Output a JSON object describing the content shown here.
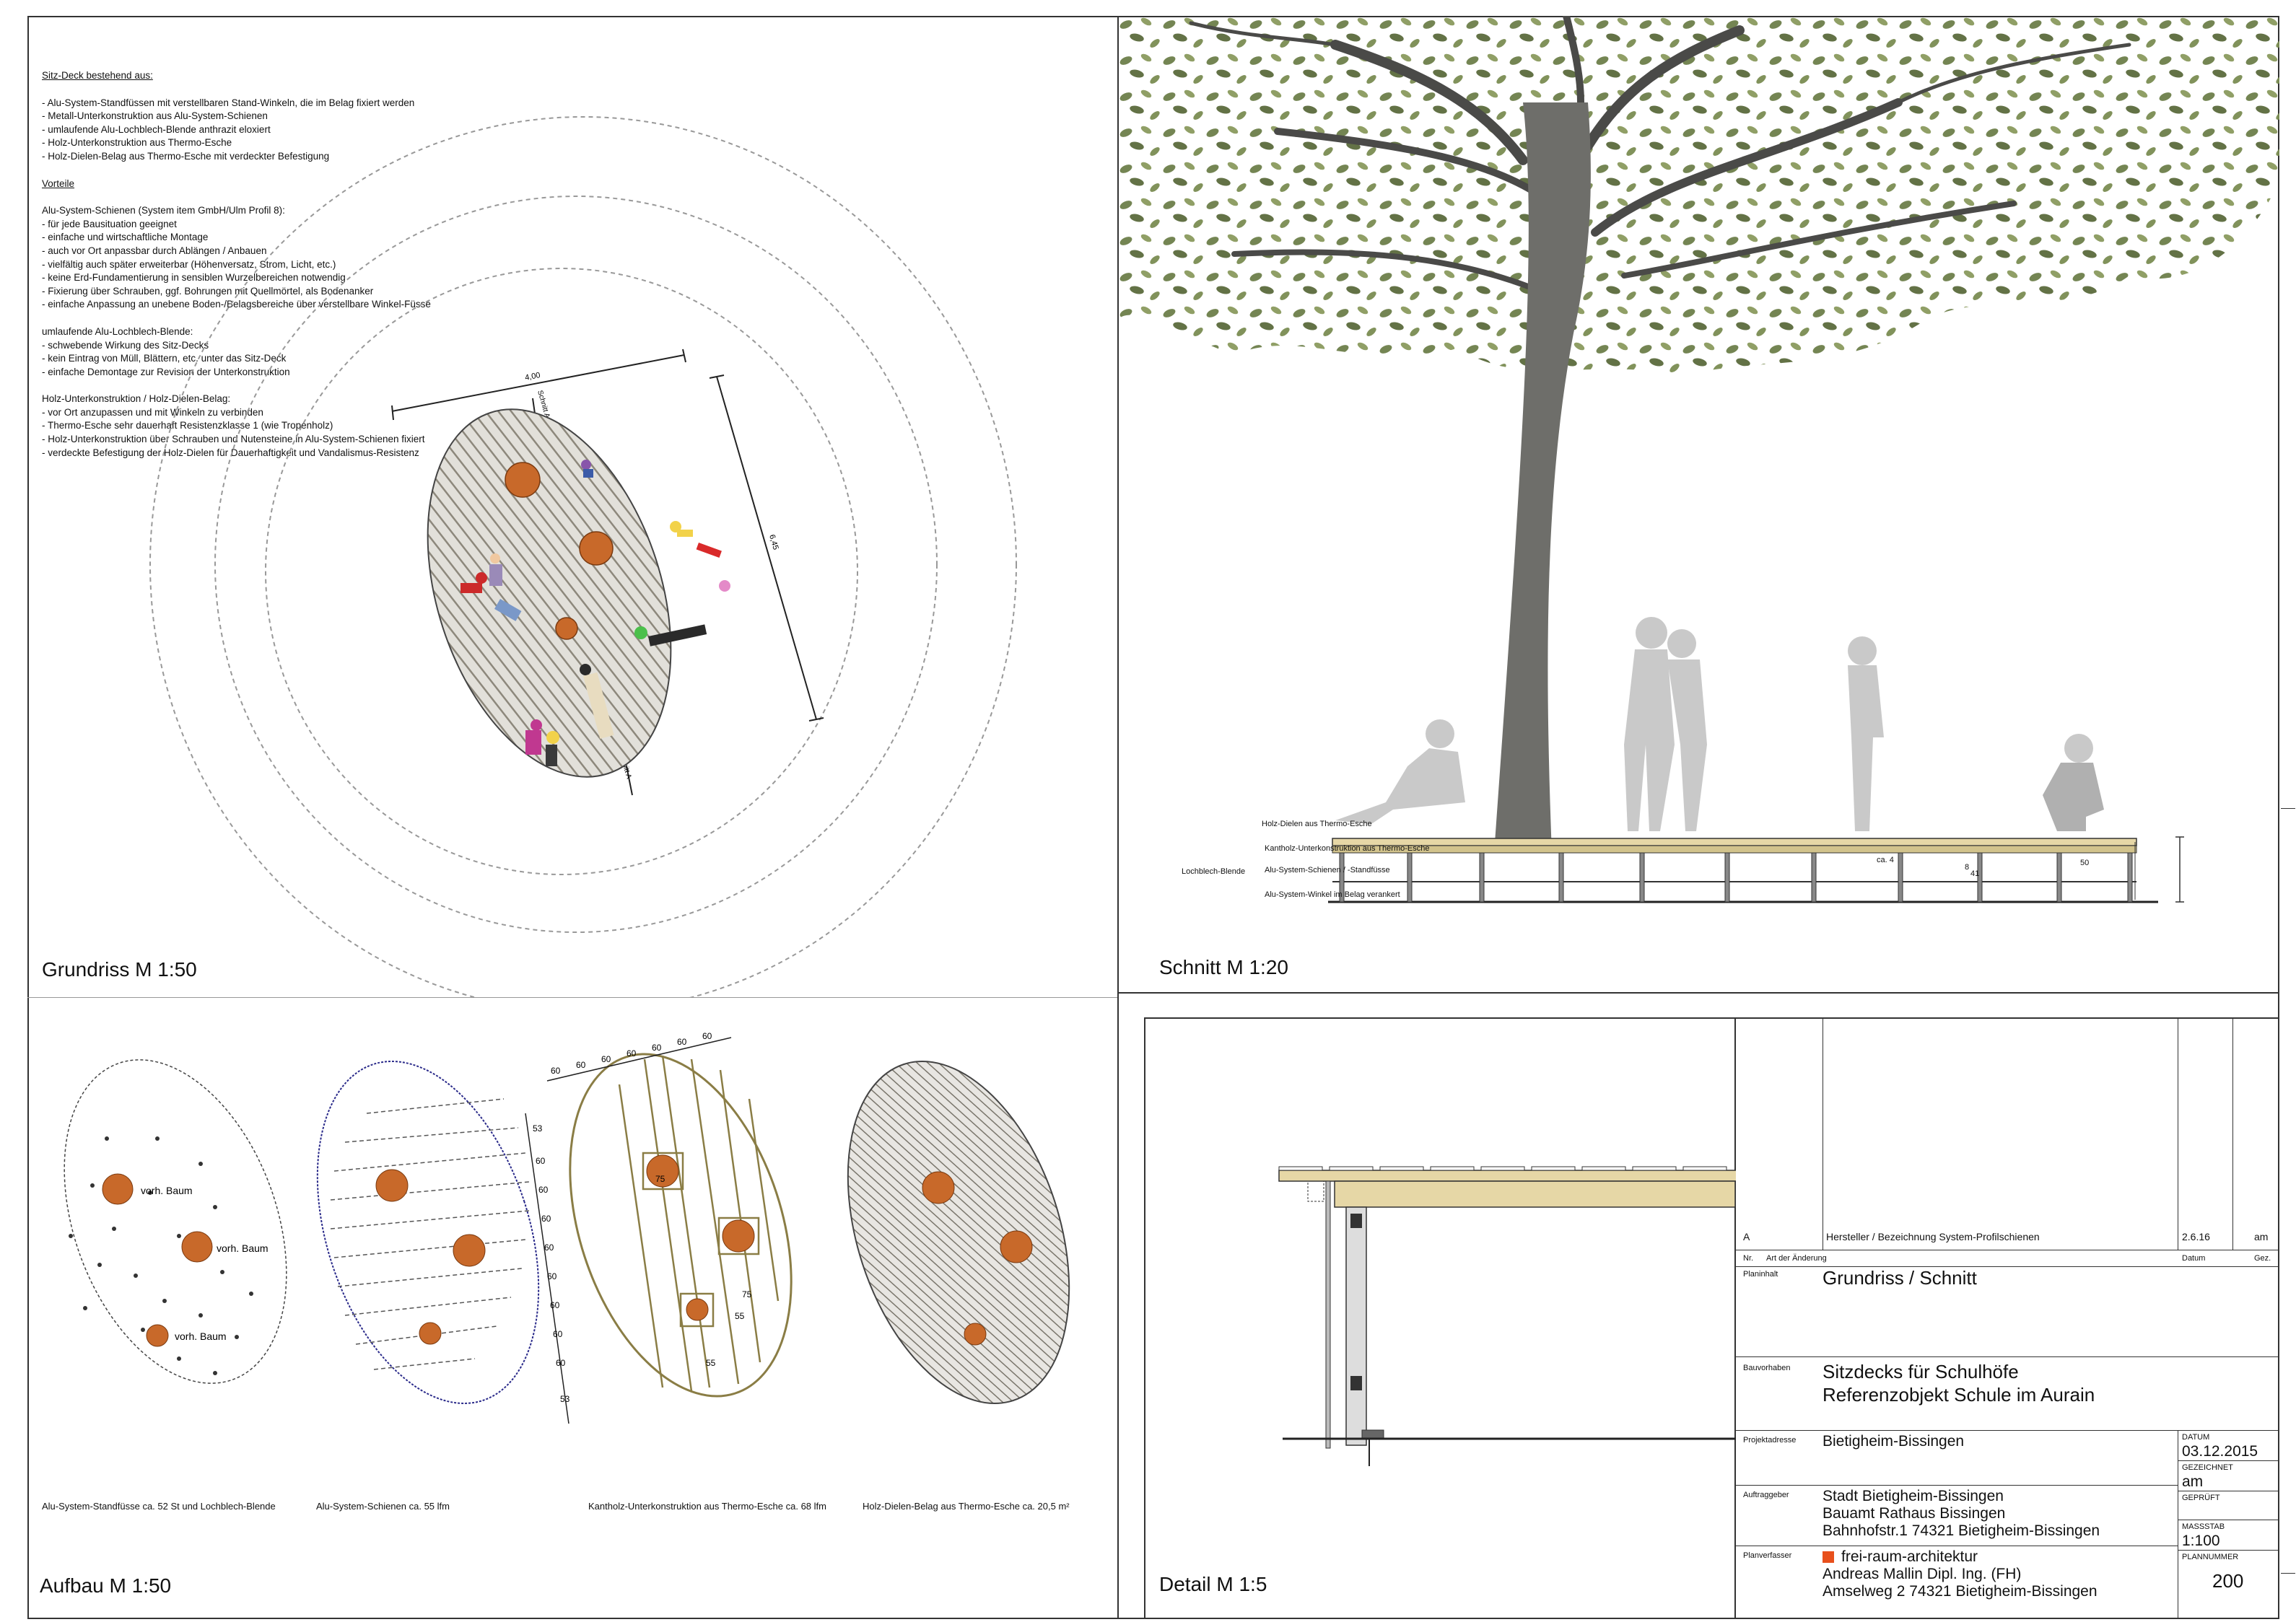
{
  "notes": {
    "deck_heading": "Sitz-Deck bestehend aus:",
    "deck_items": [
      "- Alu-System-Standfüssen mit verstellbaren Stand-Winkeln, die im Belag fixiert werden",
      "- Metall-Unterkonstruktion aus Alu-System-Schienen",
      "- umlaufende Alu-Lochblech-Blende anthrazit eloxiert",
      "- Holz-Unterkonstruktion aus Thermo-Esche",
      "- Holz-Dielen-Belag aus Thermo-Esche mit verdeckter Befestigung"
    ],
    "vorteile_heading": "Vorteile",
    "rail_heading": "Alu-System-Schienen (System item GmbH/Ulm Profil 8):",
    "rail_items": [
      "- für jede Bausituation geeignet",
      "- einfache und wirtschaftliche Montage",
      "- auch vor Ort anpassbar durch Ablängen / Anbauen",
      "- vielfältig auch später erweiterbar (Höhenversatz, Strom, Licht, etc.)",
      "- keine Erd-Fundamentierung in sensiblen Wurzelbereichen notwendig",
      "- Fixierung über Schrauben, ggf. Bohrungen mit Quellmörtel, als Bodenanker",
      "- einfache Anpassung an unebene Boden-/Belagsbereiche über verstellbare Winkel-Füsse"
    ],
    "blende_heading": "umlaufende Alu-Lochblech-Blende:",
    "blende_items": [
      "- schwebende Wirkung des Sitz-Decks",
      "- kein Eintrag von Müll, Blättern, etc. unter das Sitz-Deck",
      "- einfache Demontage zur Revision der Unterkonstruktion"
    ],
    "holz_heading": "Holz-Unterkonstruktion / Holz-Dielen-Belag:",
    "holz_items": [
      "- vor Ort anzupassen und mit Winkeln zu verbinden",
      "- Thermo-Esche sehr dauerhaft Resistenzklasse 1 (wie Tropenholz)",
      "- Holz-Unterkonstruktion über Schrauben und Nutensteine in Alu-System-Schienen fixiert",
      "- verdeckte Befestigung der Holz-Dielen für Dauerhaftigkeit und Vandalismus-Resistenz"
    ]
  },
  "plan": {
    "dim_width": "4,00",
    "dim_length": "6,45",
    "section_a": "Schnitt A",
    "section_a2": "Schnitt A",
    "title": "Grundriss    M 1:50"
  },
  "section": {
    "title": "Schnitt  M 1:20",
    "labels": {
      "dielen": "Holz-Dielen aus Thermo-Esche",
      "kantholz": "Kantholz-Unterkonstruktion aus Thermo-Esche",
      "schienen": "Alu-System-Schienen / -Standfüsse",
      "winkel": "Alu-System-Winkel im Belag verankert",
      "lochblech": "Lochblech-Blende",
      "ca4": "ca. 4",
      "d41": "41",
      "d8": "8",
      "d50": "50"
    }
  },
  "aufbau": {
    "title": "Aufbau  M 1:50",
    "captions": [
      "Alu-System-Standfüsse ca. 52 St und Lochblech-Blende",
      "Alu-System-Schienen ca. 55 lfm",
      "Kantholz-Unterkonstruktion aus Thermo-Esche ca. 68 lfm",
      "Holz-Dielen-Belag aus Thermo-Esche ca. 20,5 m²"
    ],
    "tree_label": "vorh. Baum",
    "dims_top": [
      "60",
      "60",
      "60",
      "60",
      "60",
      "60",
      "60"
    ],
    "dims_side": [
      "53",
      "60",
      "60",
      "60",
      "60",
      "60",
      "60",
      "60",
      "60",
      "53"
    ],
    "dims_inner": [
      "75",
      "75",
      "55",
      "55"
    ]
  },
  "detail": {
    "title": "Detail    M 1:5"
  },
  "titleblock": {
    "rev_letter": "A",
    "rev_desc": "Hersteller / Bezeichnung System-Profilschienen",
    "rev_date": "2.6.16",
    "rev_by": "am",
    "hdr_nr": "Nr.",
    "hdr_art": "Art der Änderung",
    "hdr_datum": "Datum",
    "hdr_gez": "Gez.",
    "planinhalt_label": "Planinhalt",
    "planinhalt": "Grundriss / Schnitt",
    "bauvorhaben_label": "Bauvorhaben",
    "bauvorhaben_1": "Sitzdecks für Schulhöfe",
    "bauvorhaben_2": "Referenzobjekt Schule im Aurain",
    "projektadresse_label": "Projektadresse",
    "projektadresse": "Bietigheim-Bissingen",
    "datum_label": "DATUM",
    "datum": "03.12.2015",
    "gezeichnet_label": "GEZEICHNET",
    "gezeichnet": "am",
    "geprueft_label": "GEPRÜFT",
    "auftraggeber_label": "Auftraggeber",
    "auftraggeber_1": "Stadt Bietigheim-Bissingen",
    "auftraggeber_2": "Bauamt  Rathaus Bissingen",
    "auftraggeber_3": "Bahnhofstr.1  74321 Bietigheim-Bissingen",
    "massstab_label": "MASSSTAB",
    "massstab": "1:100",
    "planverfasser_label": "Planverfasser",
    "planverfasser_1": "frei-raum-architektur",
    "planverfasser_2": "Andreas Mallin Dipl. Ing. (FH)",
    "planverfasser_3": "Amselweg 2   74321 Bietigheim-Bissingen",
    "plannummer_label": "PLANNUMMER",
    "plannummer": "200"
  },
  "colors": {
    "tree_disc": "#c8692a",
    "deck_wood": "#e6d7a6",
    "deck_hatch": "#9a9484",
    "logo": "#e8501c"
  }
}
